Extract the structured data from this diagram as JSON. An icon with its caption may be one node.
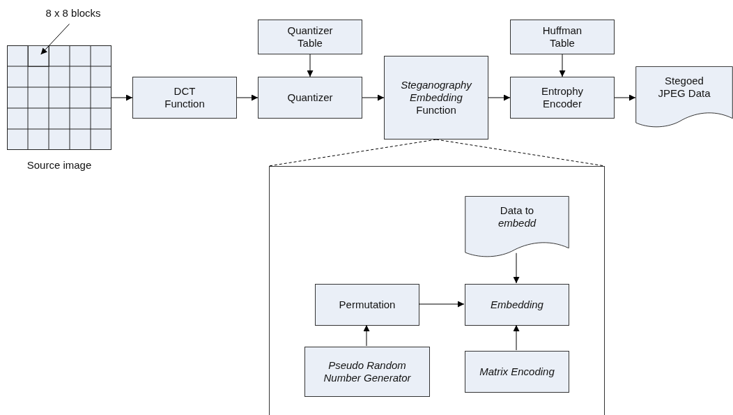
{
  "diagram": {
    "nodes": [
      {
        "text": [
          "Source image"
        ]
      },
      {
        "text": [
          "8 x 8 blocks"
        ]
      },
      {
        "text": [],
        "shape": "box",
        "in": 0
      },
      {
        "text": [
          "DCT Function"
        ]
      },
      {
        "text": [
          "Quantizer Table"
        ]
      },
      {
        "text": [
          "Quantizer"
        ]
      },
      {
        "text": [
          "*Steganography Embedding* Function"
        ]
      },
      {
        "text": [
          "Huffman Table"
        ]
      },
      {
        "text": [
          "Entrophy Encoder"
        ]
      },
      {
        "text": [
          "Stegoed JPEG Data"
        ]
      },
      {
        "text": [],
        "shape": "box"
      },
      {
        "text": [
          "Data to *embedd*"
        ],
        "in": 10
      },
      {
        "text": [
          "Permutation"
        ],
        "in": 10
      },
      {
        "text": [
          "Embedding"
        ],
        "in": 10
      },
      {
        "text": [
          "Pseudo Random Number Generator"
        ],
        "in": 10
      },
      {
        "text": [
          "Matrix Encoding"
        ],
        "in": 10
      }
    ],
    "edges": [
      {
        "from": 1,
        "to": 2,
        "arrow": "to"
      },
      {
        "from": 0,
        "to": 3,
        "arrow": "to"
      },
      {
        "from": 3,
        "to": 5,
        "arrow": "to"
      },
      {
        "from": 4,
        "to": 5,
        "arrow": "to"
      },
      {
        "from": 5,
        "to": 6,
        "arrow": "to"
      },
      {
        "from": 6,
        "to": 8,
        "arrow": "to"
      },
      {
        "from": 7,
        "to": 8,
        "arrow": "to"
      },
      {
        "from": 8,
        "to": 9,
        "arrow": "to"
      },
      {
        "from": 6,
        "to": 10,
        "arrow": "none",
        "style": "dashed"
      },
      {
        "from": 6,
        "to": 10,
        "arrow": "none",
        "style": "dashed"
      },
      {
        "from": 11,
        "to": 13,
        "arrow": "to"
      },
      {
        "from": 12,
        "to": 13,
        "arrow": "to"
      },
      {
        "from": 14,
        "to": 12,
        "arrow": "to"
      },
      {
        "from": 15,
        "to": 13,
        "arrow": "to"
      }
    ]
  }
}
